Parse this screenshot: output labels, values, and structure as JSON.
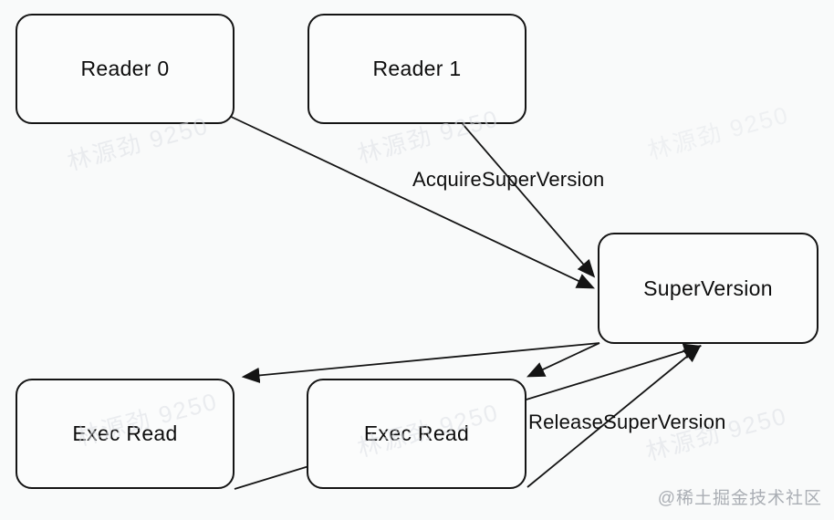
{
  "diagram": {
    "nodes": [
      {
        "id": "reader-0",
        "label": "Reader 0"
      },
      {
        "id": "reader-1",
        "label": "Reader 1"
      },
      {
        "id": "super-version",
        "label": "SuperVersion"
      },
      {
        "id": "exec-read-left",
        "label": "Exec Read"
      },
      {
        "id": "exec-read-right",
        "label": "Exec Read"
      }
    ],
    "edge_labels": {
      "acquire": "AcquireSuperVersion",
      "release": "ReleaseSuperVersion"
    },
    "edges": [
      {
        "from": "Reader 0",
        "to": "SuperVersion",
        "label": "AcquireSuperVersion"
      },
      {
        "from": "Reader 1",
        "to": "SuperVersion",
        "label": "AcquireSuperVersion"
      },
      {
        "from": "SuperVersion",
        "to": "Exec Read (left)",
        "label": ""
      },
      {
        "from": "SuperVersion",
        "to": "Exec Read (right)",
        "label": ""
      },
      {
        "from": "Exec Read (left)",
        "to": "SuperVersion",
        "label": "ReleaseSuperVersion"
      },
      {
        "from": "Exec Read (right)",
        "to": "SuperVersion",
        "label": "ReleaseSuperVersion"
      }
    ]
  },
  "watermark": {
    "text": "林源劲 9250",
    "color": "#dde0e6"
  },
  "credit": {
    "text": "@稀土掘金技术社区",
    "color": "#aaaeb4"
  },
  "colors": {
    "background": "#f9fafa",
    "stroke": "#141414",
    "node_fill": "#fbfcfc",
    "text": "#0d0d0d"
  }
}
